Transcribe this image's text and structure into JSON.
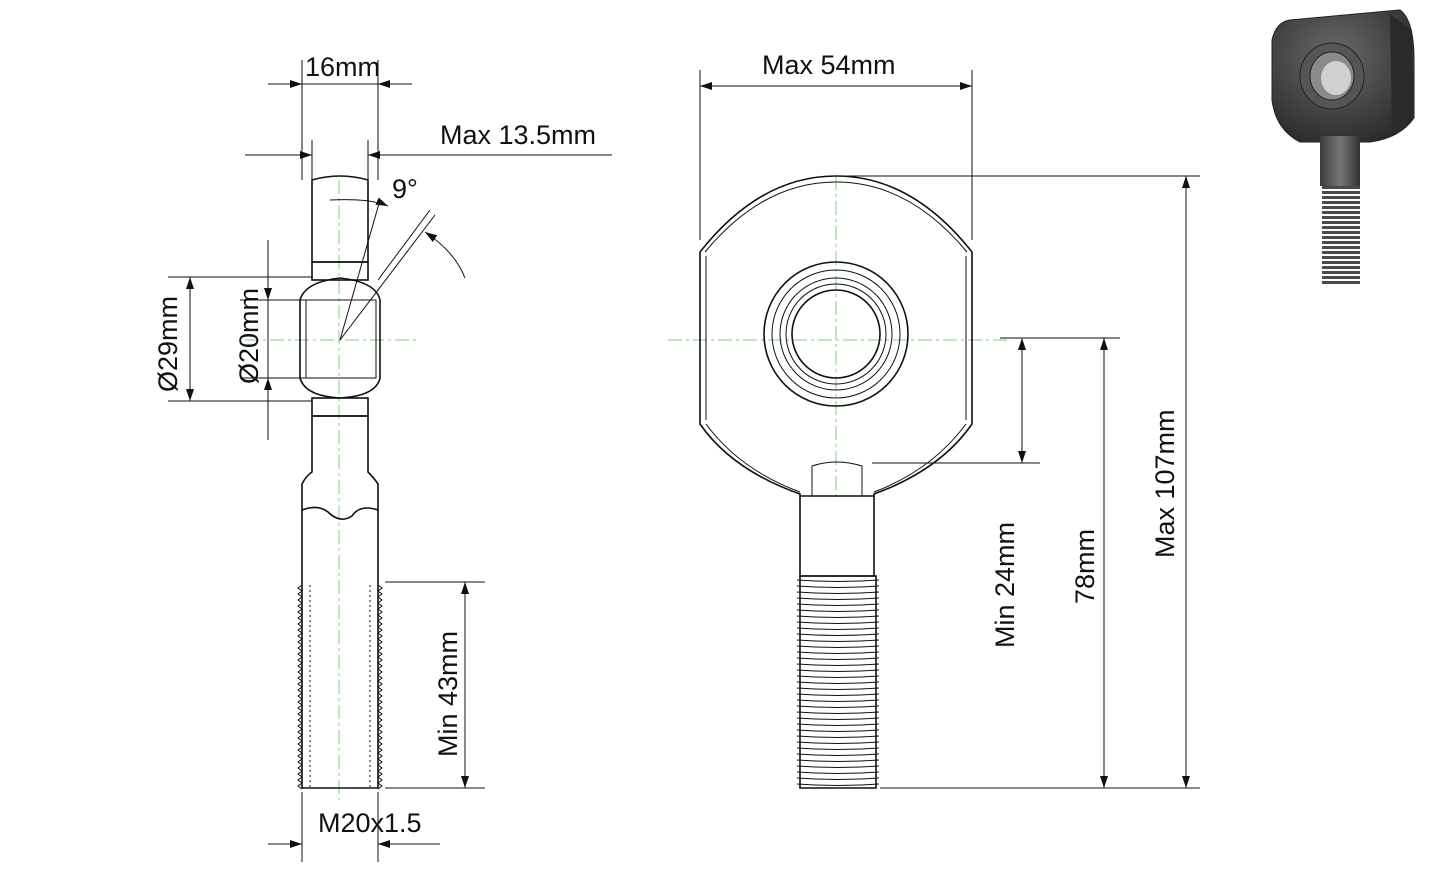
{
  "side_view": {
    "width_label": "16mm",
    "max_width_label": "Max 13.5mm",
    "angle_label": "9°",
    "outer_diameter_label": "Ø29mm",
    "bore_diameter_label": "Ø20mm",
    "thread_length_label": "Min 43mm",
    "thread_label": "M20x1.5"
  },
  "front_view": {
    "head_width_label": "Max 54mm",
    "min_length_label": "Min 24mm",
    "center_length_label": "78mm",
    "overall_length_label": "Max 107mm"
  },
  "preview": {
    "icon": "rod-end-3d-render"
  },
  "colors": {
    "line": "#111111",
    "centerline": "#7fd27f",
    "part_dark": "#3a3a3a"
  }
}
